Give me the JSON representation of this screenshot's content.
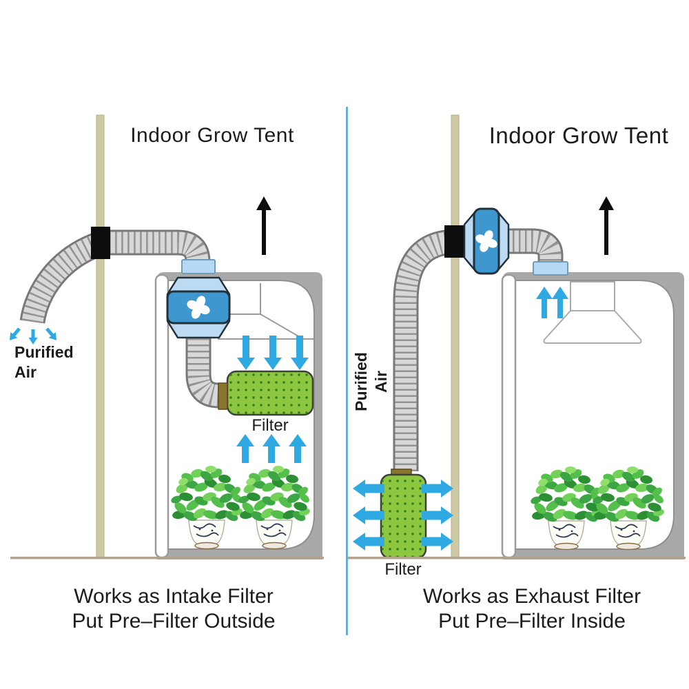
{
  "panels": {
    "left": {
      "title": "Indoor Grow Tent",
      "purified_air_line1": "Purified",
      "purified_air_line2": "Air",
      "filter_label": "Filter",
      "caption_line1": "Works as Intake Filter",
      "caption_line2": "Put Pre–Filter Outside"
    },
    "right": {
      "title": "Indoor Grow Tent",
      "purified_air_line1": "Purified",
      "purified_air_line2": "Air",
      "filter_label": "Filter",
      "caption_line1": "Works as Exhaust Filter",
      "caption_line2": "Put Pre–Filter Inside"
    }
  },
  "icons": {
    "fan": "pinwheel-fan-icon",
    "airflow": "thick-blue-arrow-icon",
    "exhaust": "black-up-arrow-icon"
  },
  "colors": {
    "ink": "#1c1c1c",
    "divider": "#44a5d8",
    "pole": "#cdc9a3",
    "pole-edge": "#b4ae85",
    "duct": "#d8d8d8",
    "duct-rib": "#939393",
    "duct-edge": "#787878",
    "band": "#0d0d0d",
    "fan-dark": "#3e97cf",
    "fan-light": "#bcdaf2",
    "connector": "#b5d9f5",
    "frame": "#a9a9a9",
    "filter-green": "#8dc63f",
    "filter-dot": "#2e7c1e",
    "duct-collar": "#8b7330",
    "arrow-blue": "#2fa9e1",
    "floor": "#b3a28b"
  }
}
